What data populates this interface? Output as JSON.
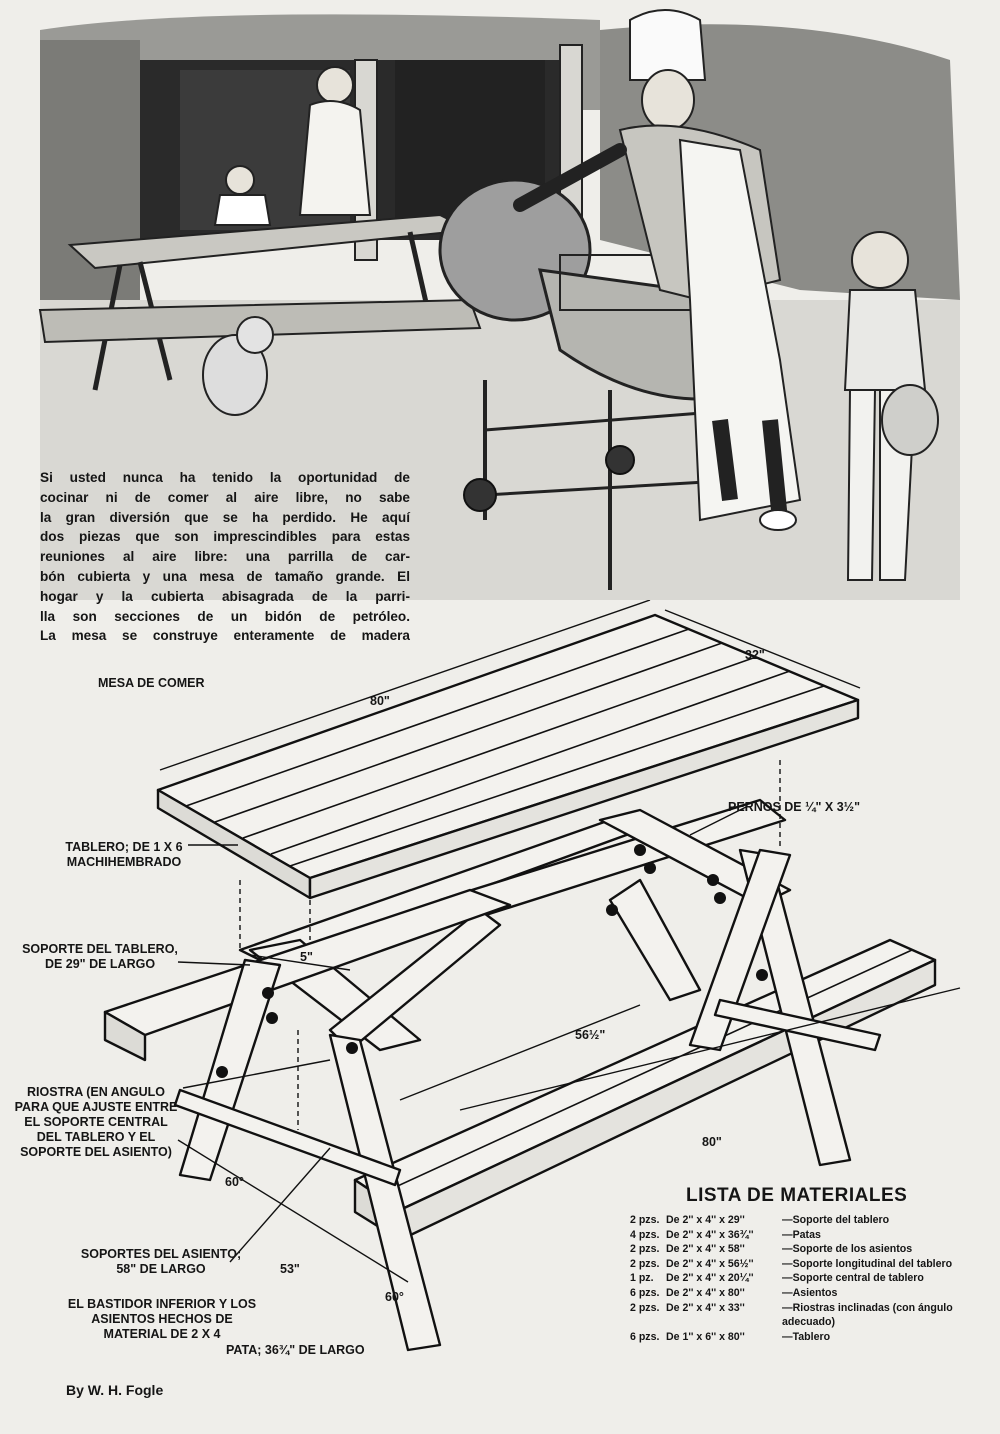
{
  "intro_lines": [
    "Si usted nunca ha tenido la oportunidad de",
    "cocinar ni de comer al aire libre, no sabe",
    "la gran diversión que se ha perdido. He aquí",
    "dos piezas que son imprescindibles para estas",
    "reuniones al aire libre: una parrilla de car-",
    "bón cubierta y una mesa de tamaño grande. El",
    "hogar y la cubierta abisagrada de la parri-",
    "lla son secciones de un bidón de petróleo.",
    "La mesa se construye enteramente de madera"
  ],
  "diagram": {
    "title": "MESA DE COMER",
    "dim_top_length": "80\"",
    "dim_top_width": "32\"",
    "dim_5": "5\"",
    "dim_565": "56½\"",
    "dim_seat_80": "80\"",
    "dim_53": "53\"",
    "angle_upper": "60°",
    "angle_lower": "60°",
    "label_pernos": "PERNOS DE ¼\" x 3½\"",
    "label_tablero": [
      "TABLERO; DE 1 x 6",
      "MACHIHEMBRADO"
    ],
    "label_soporte_tablero": [
      "SOPORTE DEL TABLERO,",
      "DE 29\" DE LARGO"
    ],
    "label_riostra": [
      "RIOSTRA (EN ANGULO",
      "PARA QUE AJUSTE ENTRE",
      "EL SOPORTE CENTRAL",
      "DEL TABLERO Y EL",
      "SOPORTE DEL ASIENTO)"
    ],
    "label_soportes_asiento": [
      "SOPORTES DEL ASIENTO;",
      "58\" DE LARGO"
    ],
    "label_bastidor": [
      "EL BASTIDOR INFERIOR Y LOS",
      "ASIENTOS HECHOS DE",
      "MATERIAL DE 2 x 4"
    ],
    "label_pata": "PATA; 36¾\" DE LARGO"
  },
  "materials": {
    "title": "LISTA DE MATERIALES",
    "items": [
      {
        "qty": "2 pzs.",
        "size": "De 2'' x 4'' x 29''",
        "desc": "—Soporte del tablero"
      },
      {
        "qty": "4 pzs.",
        "size": "De 2'' x 4'' x 36¾''",
        "desc": "—Patas"
      },
      {
        "qty": "2 pzs.",
        "size": "De 2'' x 4'' x 58''",
        "desc": "—Soporte de los asientos"
      },
      {
        "qty": "2 pzs.",
        "size": "De 2'' x 4'' x 56½''",
        "desc": "—Soporte longitudinal del tablero"
      },
      {
        "qty": "1 pz.",
        "size": "De 2'' x 4'' x 20¼''",
        "desc": "—Soporte central de tablero"
      },
      {
        "qty": "6 pzs.",
        "size": "De 2'' x 4'' x 80''",
        "desc": "—Asientos"
      },
      {
        "qty": "2 pzs.",
        "size": "De 2'' x 4'' x 33''",
        "desc": "—Riostras inclinadas (con ángulo adecuado)"
      },
      {
        "qty": "6 pzs.",
        "size": "De 1'' x 6'' x 80''",
        "desc": "—Tablero"
      }
    ]
  },
  "byline": "By W. H. Fogle"
}
